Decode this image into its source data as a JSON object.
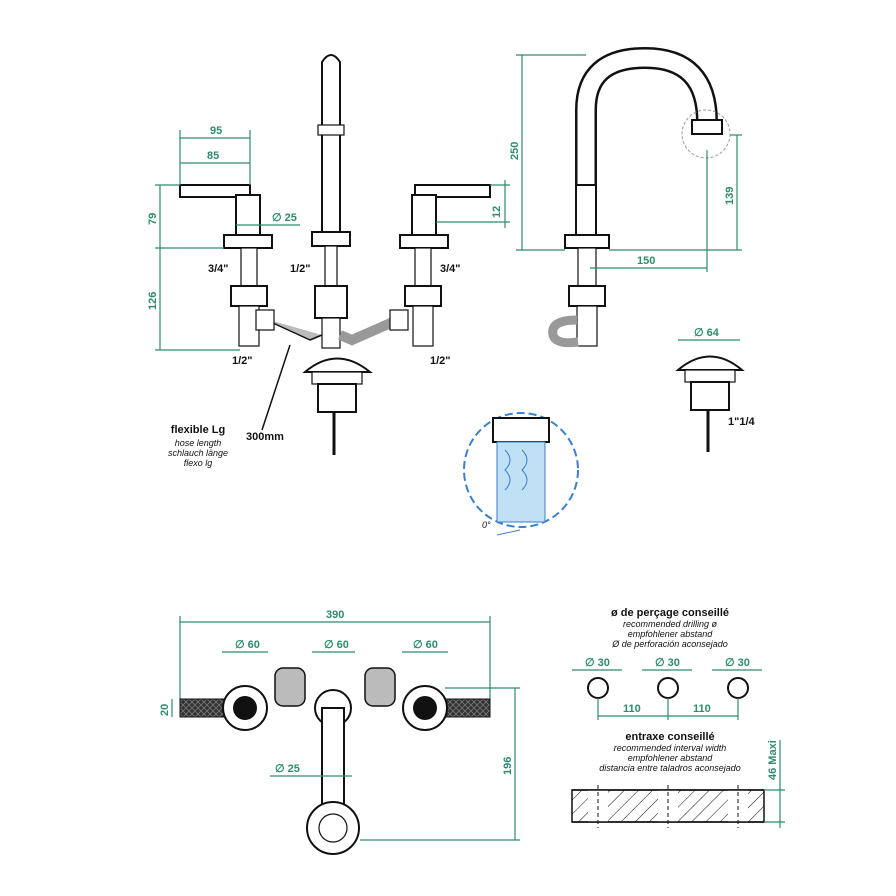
{
  "front_view": {
    "dims": {
      "d95": "95",
      "d85": "85",
      "d79": "79",
      "d126": "126",
      "d25": "∅ 25",
      "d12": "12"
    },
    "threads": {
      "left_top": "3/4\"",
      "center": "1/2\"",
      "right_top": "3/4\"",
      "left_bottom": "1/2\"",
      "right_bottom": "1/2\""
    },
    "hose_length": "300mm",
    "hose_title": "flexible Lg",
    "hose_lines": [
      "hose length",
      "schlauch länge",
      "flexo lg"
    ]
  },
  "side_view": {
    "dims": {
      "d250": "250",
      "d139": "139",
      "d150": "150"
    }
  },
  "drain_view": {
    "d64": "∅ 64",
    "thread": "1\"1/4"
  },
  "detail": {
    "angle": "0°"
  },
  "plan_view": {
    "dims": {
      "d390": "390",
      "d60a": "∅ 60",
      "d60b": "∅ 60",
      "d60c": "∅ 60",
      "d20": "20",
      "d196": "196",
      "d25": "∅ 25"
    }
  },
  "drilling": {
    "title": "ø de perçage conseillé",
    "lines": [
      "recommended drilling ø",
      "empfohlener abstand",
      "Ø de perforación aconsejado"
    ],
    "hole_dims": [
      "∅ 30",
      "∅ 30",
      "∅ 30"
    ],
    "spacing": [
      "110",
      "110"
    ],
    "interval_title": "entraxe conseillé",
    "interval_lines": [
      "recommended interval width",
      "empfohlener abstand",
      "distancia entre taladros aconsejado"
    ],
    "max_thickness": "46 Maxi"
  },
  "colors": {
    "dimension": "#2e8b6e",
    "detail": "#3a7fd0"
  }
}
